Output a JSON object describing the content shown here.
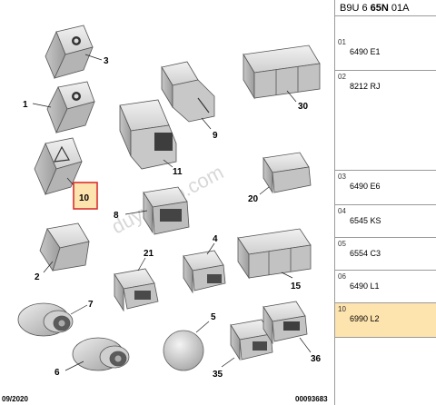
{
  "header": {
    "code_prefix": "B9U 6",
    "code_bold": "65N",
    "code_suffix": "01A"
  },
  "callouts": [
    "3",
    "1",
    "10",
    "2",
    "7",
    "6",
    "30",
    "9",
    "11",
    "8",
    "21",
    "4",
    "5",
    "35",
    "20",
    "15",
    "36"
  ],
  "footer": {
    "date": "09/2020",
    "ref": "00093683"
  },
  "watermark": "duyvkoto.com",
  "highlight_color": "#fde3ad",
  "highlight_box_color": "#d93030",
  "references": [
    {
      "num": "01",
      "code": "6490 E1"
    },
    {
      "num": "02",
      "code": "8212 RJ"
    },
    {
      "num": "03",
      "code": "6490 E6"
    },
    {
      "num": "04",
      "code": "6545 KS"
    },
    {
      "num": "05",
      "code": "6554 C3"
    },
    {
      "num": "06",
      "code": "6490 L1"
    },
    {
      "num": "10",
      "code": "6990 L2"
    }
  ]
}
